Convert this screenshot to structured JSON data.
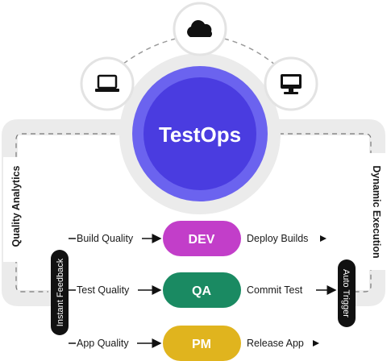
{
  "center": {
    "label": "TestOps"
  },
  "devices": [
    {
      "icon": "cloud-icon"
    },
    {
      "icon": "laptop-icon"
    },
    {
      "icon": "monitor-icon"
    }
  ],
  "side_labels": {
    "left": "Quality Analytics",
    "right": "Dynamic Execution"
  },
  "vertical_pills": {
    "left": "Instant Feedback",
    "right": "Auto Trigger"
  },
  "stages": [
    {
      "label": "DEV",
      "color": "#c23ec9",
      "left_text": "Build Quality",
      "right_text": "Deploy Builds"
    },
    {
      "label": "QA",
      "color": "#1a8a62",
      "left_text": "Test Quality",
      "right_text": "Commit Test"
    },
    {
      "label": "PM",
      "color": "#e0b41e",
      "left_text": "App Quality",
      "right_text": "Release App"
    }
  ],
  "colors": {
    "center_fill": "#4a3ce0",
    "center_ring": "#6b63ef",
    "loop_gray": "#ebebeb",
    "pill_dark": "#111111"
  }
}
